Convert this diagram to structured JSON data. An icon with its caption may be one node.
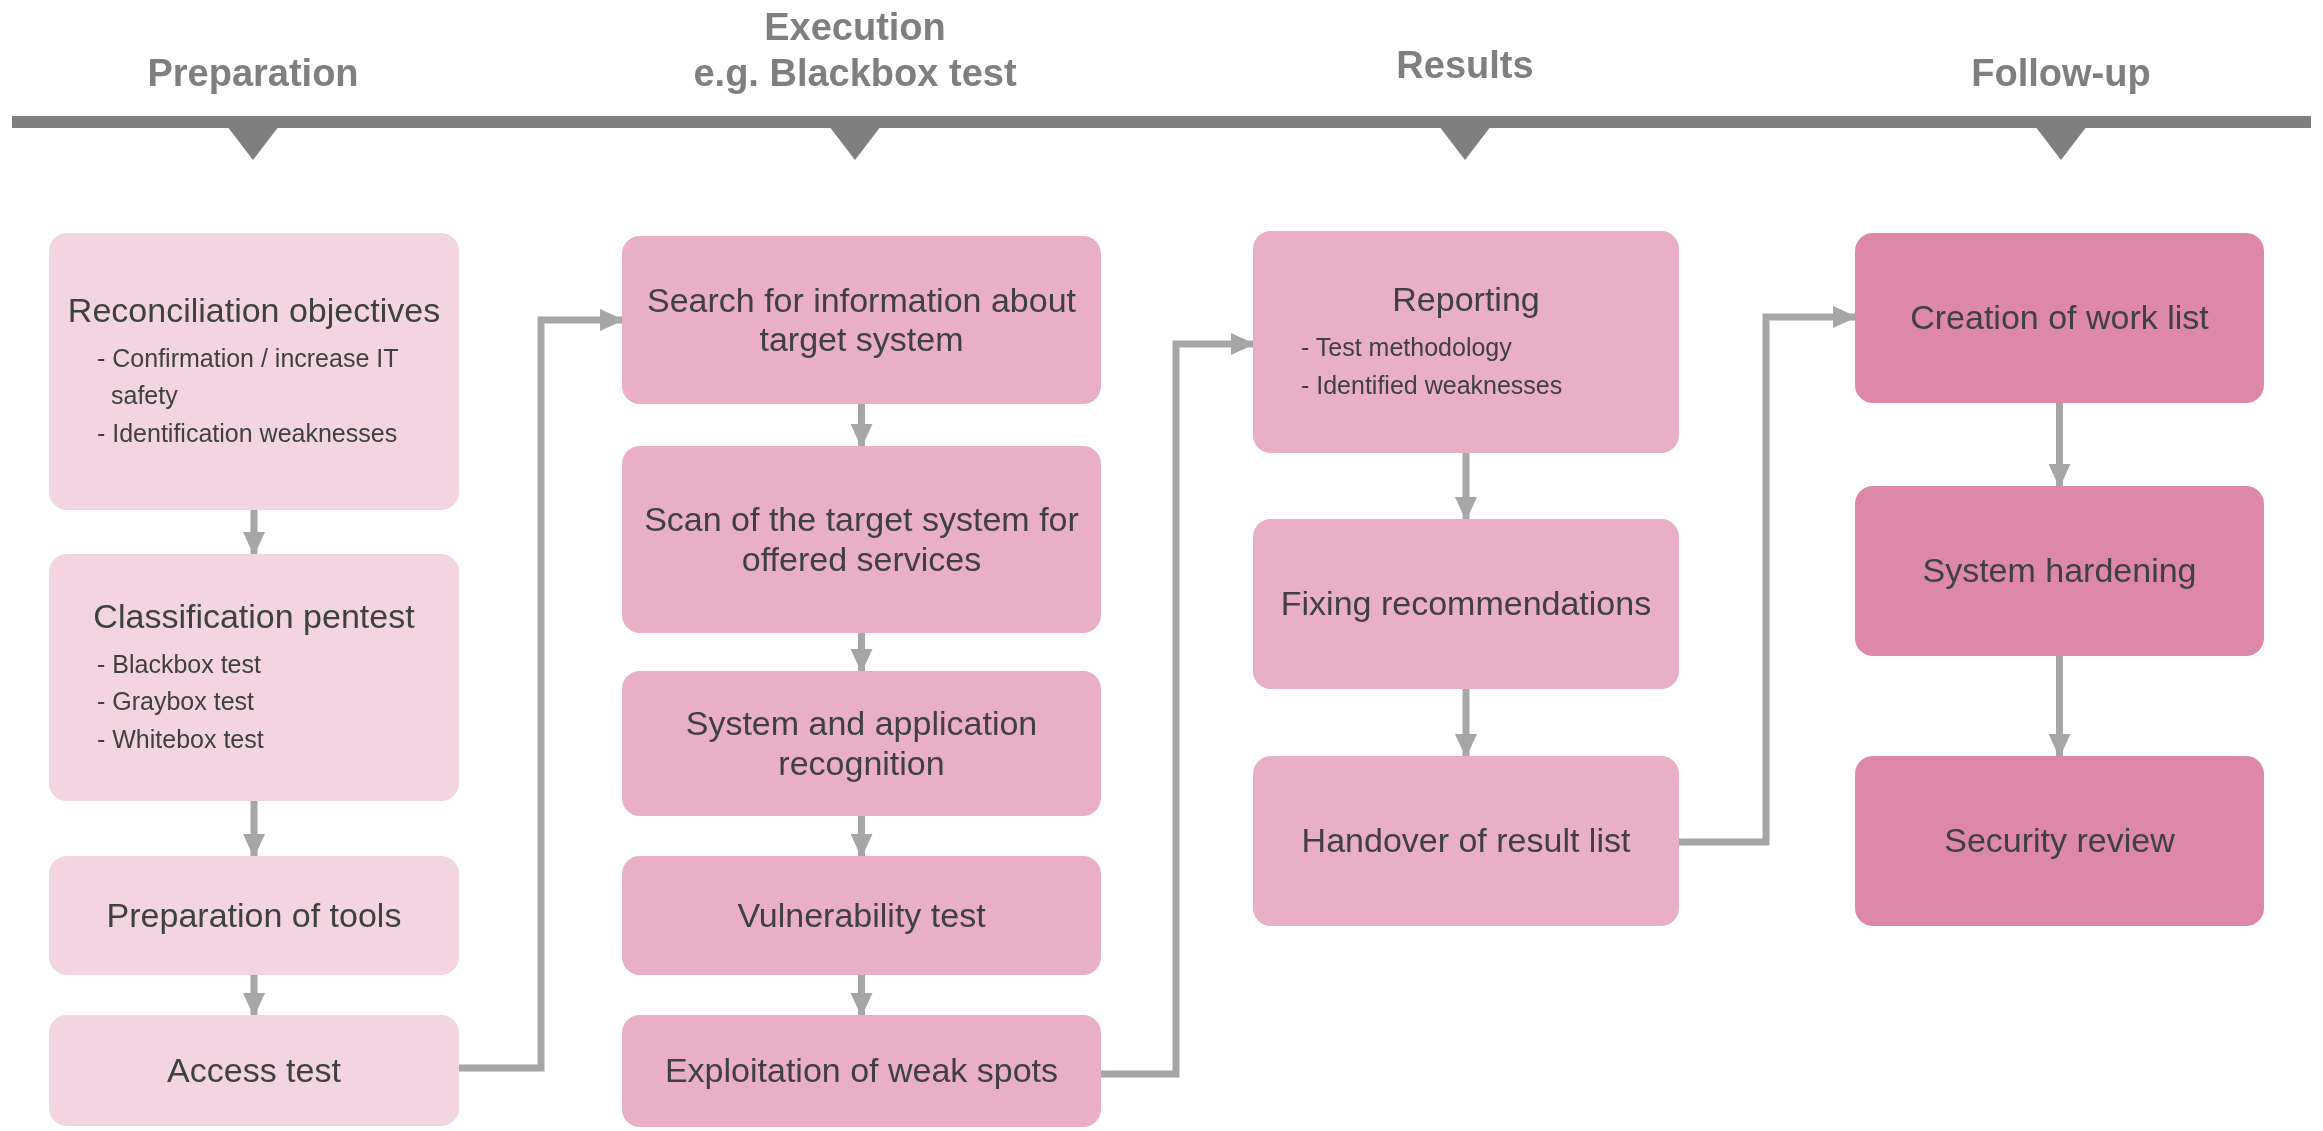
{
  "diagram": {
    "nodes": [
      {
        "text": [
          "Reconciliation objectives",
          "- Confirmation / increase IT safety",
          "- Identification weaknesses"
        ]
      },
      {
        "text": [
          "Classification pentest",
          "- Blackbox test",
          "- Graybox test",
          "- Whitebox test"
        ]
      },
      {
        "text": [
          "Preparation of tools"
        ]
      },
      {
        "text": [
          "Access test"
        ]
      },
      {
        "text": [
          "Search for information about target system"
        ]
      },
      {
        "text": [
          "Scan of the target system for offered services"
        ]
      },
      {
        "text": [
          "System and application recognition"
        ]
      },
      {
        "text": [
          "Vulnerability test"
        ]
      },
      {
        "text": [
          "Exploitation of weak spots"
        ]
      },
      {
        "text": [
          "Reporting",
          "- Test methodology",
          "- Identified weaknesses"
        ]
      },
      {
        "text": [
          "Fixing recommendations"
        ]
      },
      {
        "text": [
          "Handover of result list"
        ]
      },
      {
        "text": [
          "Creation of work list"
        ]
      },
      {
        "text": [
          "System hardening"
        ]
      },
      {
        "text": [
          "Security review"
        ]
      }
    ],
    "edges": [
      {
        "from": 0,
        "to": 1,
        "arrow": "to"
      },
      {
        "from": 1,
        "to": 2,
        "arrow": "to"
      },
      {
        "from": 2,
        "to": 3,
        "arrow": "to"
      },
      {
        "from": 3,
        "to": 4,
        "arrow": "to"
      },
      {
        "from": 4,
        "to": 5,
        "arrow": "to"
      },
      {
        "from": 5,
        "to": 6,
        "arrow": "to"
      },
      {
        "from": 6,
        "to": 7,
        "arrow": "to"
      },
      {
        "from": 7,
        "to": 8,
        "arrow": "to"
      },
      {
        "from": 8,
        "to": 9,
        "arrow": "to"
      },
      {
        "from": 9,
        "to": 10,
        "arrow": "to"
      },
      {
        "from": 10,
        "to": 11,
        "arrow": "to"
      },
      {
        "from": 11,
        "to": 12,
        "arrow": "to"
      },
      {
        "from": 12,
        "to": 13,
        "arrow": "to"
      },
      {
        "from": 13,
        "to": 14,
        "arrow": "to"
      }
    ],
    "labels": [
      "Preparation",
      "Execution",
      "e.g. Blackbox test",
      "Results",
      "Follow-up"
    ]
  }
}
